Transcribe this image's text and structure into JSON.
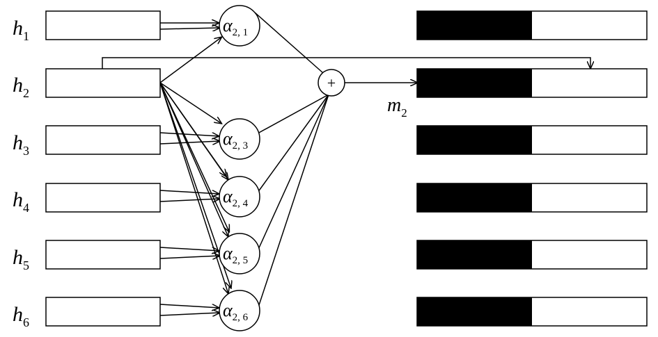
{
  "hidden_states": [
    {
      "symbol": "h",
      "sub": "1"
    },
    {
      "symbol": "h",
      "sub": "2"
    },
    {
      "symbol": "h",
      "sub": "3"
    },
    {
      "symbol": "h",
      "sub": "4"
    },
    {
      "symbol": "h",
      "sub": "5"
    },
    {
      "symbol": "h",
      "sub": "6"
    }
  ],
  "attention_nodes": [
    {
      "symbol": "α",
      "sub": "2, 1"
    },
    {
      "symbol": "α",
      "sub": "2, 3"
    },
    {
      "symbol": "α",
      "sub": "2, 4"
    },
    {
      "symbol": "α",
      "sub": "2, 5"
    },
    {
      "symbol": "α",
      "sub": "2, 6"
    }
  ],
  "sum_node": {
    "symbol": "+"
  },
  "output": {
    "symbol": "m",
    "sub": "2"
  },
  "masked_vectors": [
    {
      "row": 1,
      "filled_fraction": 0.5
    },
    {
      "row": 2,
      "filled_fraction": 0.5
    },
    {
      "row": 3,
      "filled_fraction": 0.5
    },
    {
      "row": 4,
      "filled_fraction": 0.5
    },
    {
      "row": 5,
      "filled_fraction": 0.5
    },
    {
      "row": 6,
      "filled_fraction": 0.5
    }
  ],
  "colors": {
    "stroke": "#000000",
    "fill": "#000000",
    "background": "#ffffff"
  }
}
